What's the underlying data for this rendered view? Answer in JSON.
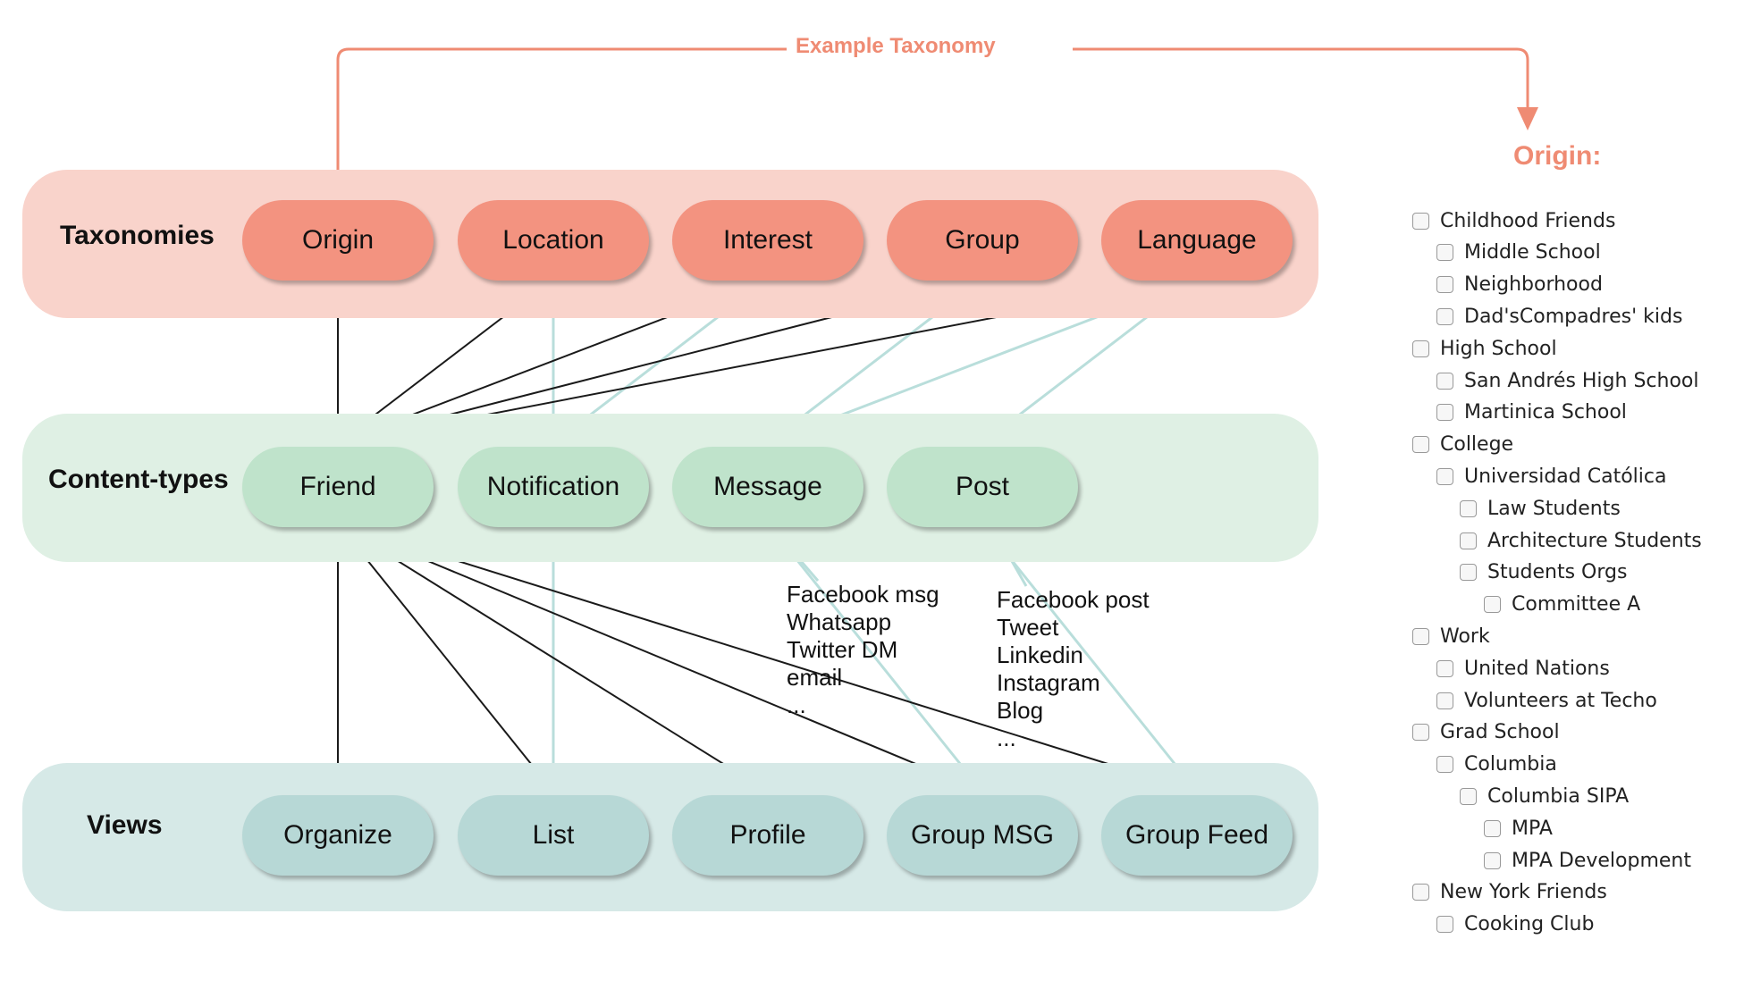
{
  "example_taxonomy": {
    "title": "Example Taxonomy",
    "accent_color": "#ef8b73"
  },
  "layers": {
    "taxonomies": {
      "label": "Taxonomies",
      "band_color": "#f9d3cb",
      "node_color": "#f39380",
      "nodes": [
        "Origin",
        "Location",
        "Interest",
        "Group",
        "Language"
      ]
    },
    "content_types": {
      "label": "Content-types",
      "band_color": "#dff0e4",
      "node_color": "#bfe3cb",
      "nodes": [
        "Friend",
        "Notification",
        "Message",
        "Post"
      ]
    },
    "views": {
      "label": "Views",
      "band_color": "#d6e9e7",
      "node_color": "#b7d8d6",
      "nodes": [
        "Organize",
        "List",
        "Profile",
        "Group MSG",
        "Group Feed"
      ]
    }
  },
  "message_examples": [
    "Facebook msg",
    "Whatsapp",
    "Twitter DM",
    "email",
    "..."
  ],
  "post_examples": [
    "Facebook post",
    "Tweet",
    "Linkedin",
    "Instagram",
    "Blog",
    "..."
  ],
  "origin_panel": {
    "title": "Origin:",
    "items": [
      {
        "label": "Childhood Friends",
        "level": 0
      },
      {
        "label": "Middle School",
        "level": 1
      },
      {
        "label": "Neighborhood",
        "level": 1
      },
      {
        "label": "Dad'sCompadres' kids",
        "level": 1
      },
      {
        "label": "High School",
        "level": 0
      },
      {
        "label": "San Andrés High School",
        "level": 1
      },
      {
        "label": "Martinica School",
        "level": 1
      },
      {
        "label": "College",
        "level": 0
      },
      {
        "label": "Universidad Católica",
        "level": 1
      },
      {
        "label": "Law Students",
        "level": 2
      },
      {
        "label": "Architecture Students",
        "level": 2
      },
      {
        "label": "Students Orgs",
        "level": 2
      },
      {
        "label": "Committee A",
        "level": 3
      },
      {
        "label": "Work",
        "level": 0
      },
      {
        "label": "United Nations",
        "level": 1
      },
      {
        "label": "Volunteers at Techo",
        "level": 1
      },
      {
        "label": "Grad School",
        "level": 0
      },
      {
        "label": "Columbia",
        "level": 1
      },
      {
        "label": "Columbia SIPA",
        "level": 2
      },
      {
        "label": "MPA",
        "level": 3
      },
      {
        "label": "MPA Development",
        "level": 3
      },
      {
        "label": "New York Friends",
        "level": 0
      },
      {
        "label": "Cooking Club",
        "level": 1
      }
    ]
  },
  "edges": [
    {
      "from": "Origin",
      "to": "Friend",
      "kind": "dark"
    },
    {
      "from": "Location",
      "to": "Friend",
      "kind": "dark"
    },
    {
      "from": "Interest",
      "to": "Friend",
      "kind": "dark"
    },
    {
      "from": "Group",
      "to": "Friend",
      "kind": "dark"
    },
    {
      "from": "Language",
      "to": "Friend",
      "kind": "dark"
    },
    {
      "from": "Location",
      "to": "Notification",
      "kind": "light"
    },
    {
      "from": "Interest",
      "to": "Notification",
      "kind": "light"
    },
    {
      "from": "Group",
      "to": "Message",
      "kind": "light"
    },
    {
      "from": "Language",
      "to": "Message",
      "kind": "light"
    },
    {
      "from": "Language",
      "to": "Post",
      "kind": "light"
    },
    {
      "from": "Friend",
      "to": "Organize",
      "kind": "dark"
    },
    {
      "from": "Friend",
      "to": "List",
      "kind": "dark"
    },
    {
      "from": "Friend",
      "to": "Profile",
      "kind": "dark"
    },
    {
      "from": "Friend",
      "to": "Group MSG",
      "kind": "dark"
    },
    {
      "from": "Friend",
      "to": "Group Feed",
      "kind": "dark"
    },
    {
      "from": "Notification",
      "to": "List",
      "kind": "light"
    },
    {
      "from": "Message",
      "to": "Group MSG",
      "kind": "light"
    },
    {
      "from": "Post",
      "to": "Group Feed",
      "kind": "light"
    }
  ]
}
